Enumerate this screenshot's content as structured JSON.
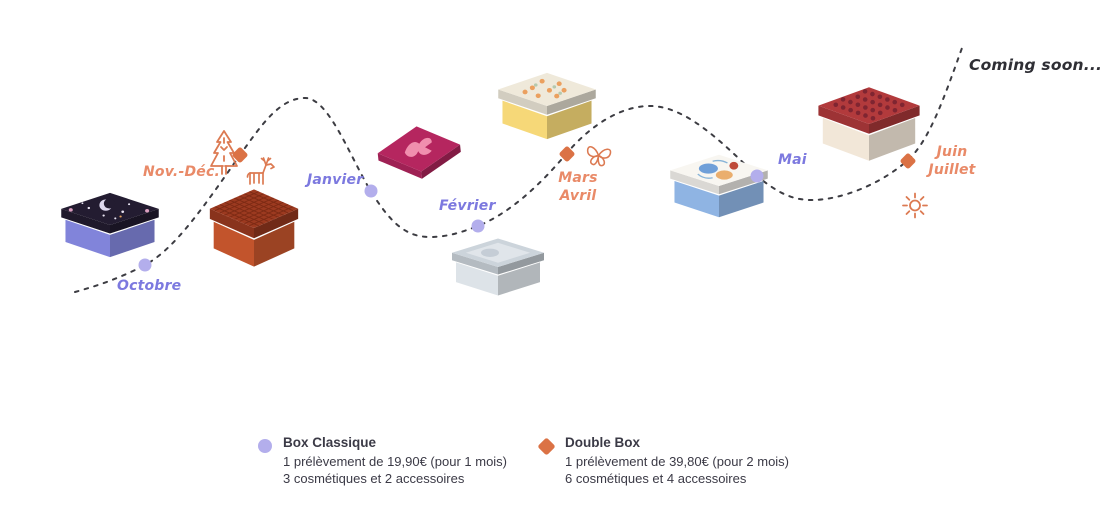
{
  "colors": {
    "classic_text": "#7c79df",
    "classic_marker": "#b3aeec",
    "double_text": "#e98a68",
    "double_marker": "#db7245",
    "curve": "#3c3c42",
    "legend_text": "#3b3a46",
    "coming_soon_text": "#2f2f35",
    "icon_orange": "#dc7a52"
  },
  "timeline": {
    "coming_soon": "Coming soon...",
    "milestones": [
      {
        "id": "octobre",
        "label": "Octobre",
        "type": "classic"
      },
      {
        "id": "nov-dec",
        "label": "Nov.-Déc.",
        "type": "double"
      },
      {
        "id": "janvier",
        "label": "Janvier",
        "type": "classic"
      },
      {
        "id": "fevrier",
        "label": "Février",
        "type": "classic"
      },
      {
        "id": "mars-avril",
        "label": "Mars",
        "label2": "Avril",
        "type": "double"
      },
      {
        "id": "mai",
        "label": "Mai",
        "type": "classic"
      },
      {
        "id": "juin-juillet",
        "label": "Juin",
        "label2": "Juillet",
        "type": "double"
      }
    ],
    "icons": [
      "pine-tree-icon",
      "reindeer-icon",
      "butterfly-icon",
      "sun-icon"
    ],
    "boxes": [
      {
        "id": "octobre",
        "pattern": "celestial",
        "lid": "#231c31",
        "base": "#8184da",
        "accent": "#e9e4f2"
      },
      {
        "id": "nov-dec",
        "pattern": "grid",
        "lid": "#9c3a20",
        "base": "#c2542c",
        "accent": "#7c2a14"
      },
      {
        "id": "janvier",
        "pattern": "bird",
        "lid": "#b5265f",
        "base": "#8f184a",
        "accent": "#f08fae",
        "flat": true
      },
      {
        "id": "fevrier",
        "pattern": "sheen",
        "lid": "#ccd4db",
        "base": "#dde3e8",
        "accent": "#f0f3f5"
      },
      {
        "id": "mars-avril",
        "pattern": "floral",
        "lid": "#efe9da",
        "base": "#f6d878",
        "accent": "#eba05f"
      },
      {
        "id": "mai",
        "pattern": "print",
        "lid": "#f8f6f1",
        "base": "#8fb4e3",
        "accent": "#6f9fd8"
      },
      {
        "id": "juin-juillet",
        "pattern": "scales",
        "lid": "#b23a3c",
        "base": "#f2e7d8",
        "accent": "#7c2430"
      }
    ]
  },
  "legend": [
    {
      "id": "classic",
      "title": "Box Classique",
      "line1": "1 prélèvement de 19,90€ (pour 1 mois)",
      "line2": "3 cosmétiques et 2 accessoires"
    },
    {
      "id": "double",
      "title": "Double Box",
      "line1": "1 prélèvement de 39,80€ (pour 2 mois)",
      "line2": "6 cosmétiques et 4 accessoires"
    }
  ]
}
